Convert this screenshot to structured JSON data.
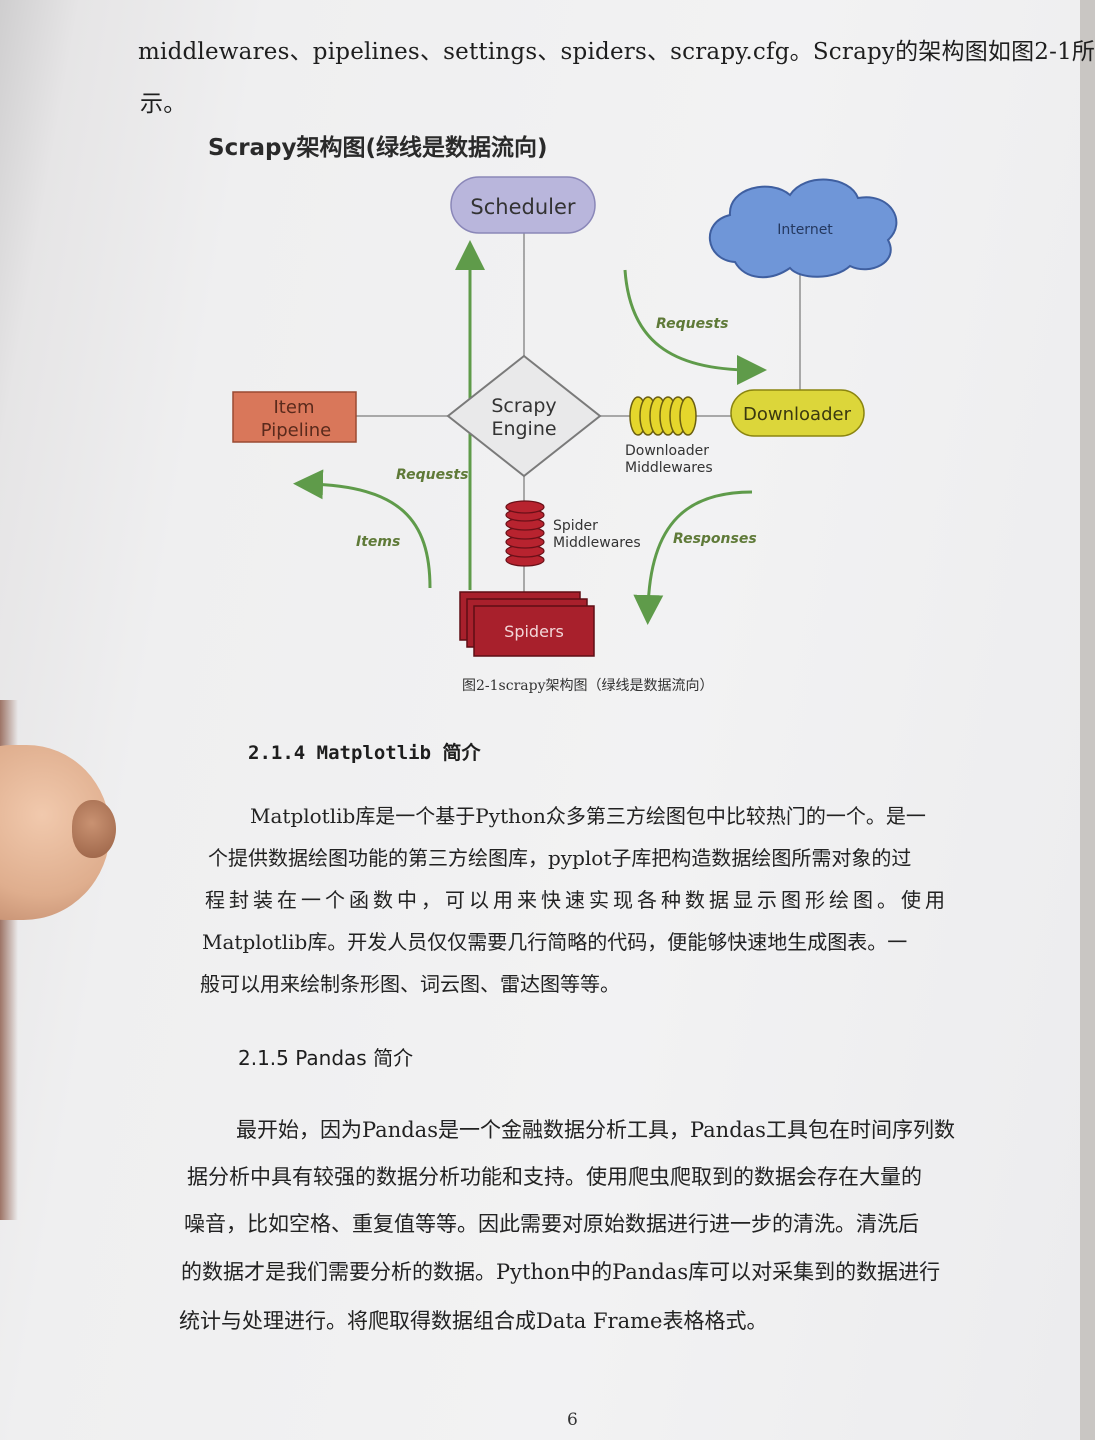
{
  "intro": {
    "line1": "middlewares、pipelines、settings、spiders、scrapy.cfg。Scrapy的架构图如图2-1所",
    "line2": "示。"
  },
  "diagram": {
    "title": "Scrapy架构图(绿线是数据流向)",
    "scheduler": "Scheduler",
    "internet": "Internet",
    "engine_line1": "Scrapy",
    "engine_line2": "Engine",
    "item_pipeline_line1": "Item",
    "item_pipeline_line2": "Pipeline",
    "downloader": "Downloader",
    "downloader_mw_line1": "Downloader",
    "downloader_mw_line2": "Middlewares",
    "spider_mw_line1": "Spider",
    "spider_mw_line2": "Middlewares",
    "spiders": "Spiders",
    "requests_top": "Requests",
    "requests_left": "Requests",
    "items": "Items",
    "responses": "Responses",
    "caption": "图2-1scrapy架构图（绿线是数据流向）",
    "colors": {
      "scheduler": "#b9b6dc",
      "internet": "#6f96d8",
      "pipeline": "#d9775a",
      "downloader": "#dcd63a",
      "spiders": "#a8202c",
      "flow": "#5f9b4a"
    }
  },
  "section_214": {
    "heading": "2.1.4 Matplotlib 简介",
    "lines": [
      "Matplotlib库是一个基于Python众多第三方绘图包中比较热门的一个。是一",
      "个提供数据绘图功能的第三方绘图库，pyplot子库把构造数据绘图所需对象的过",
      "程封装在一个函数中，可以用来快速实现各种数据显示图形绘图。使用",
      "Matplotlib库。开发人员仅仅需要几行简略的代码，便能够快速地生成图表。一",
      "般可以用来绘制条形图、词云图、雷达图等等。"
    ]
  },
  "section_215": {
    "heading": "2.1.5 Pandas 简介",
    "lines": [
      "最开始，因为Pandas是一个金融数据分析工具，Pandas工具包在时间序列数",
      "据分析中具有较强的数据分析功能和支持。使用爬虫爬取到的数据会存在大量的",
      "噪音，比如空格、重复值等等。因此需要对原始数据进行进一步的清洗。清洗后",
      "的数据才是我们需要分析的数据。Python中的Pandas库可以对采集到的数据进行",
      "统计与处理进行。将爬取得数据组合成Data Frame表格格式。"
    ]
  },
  "page_number": "6"
}
